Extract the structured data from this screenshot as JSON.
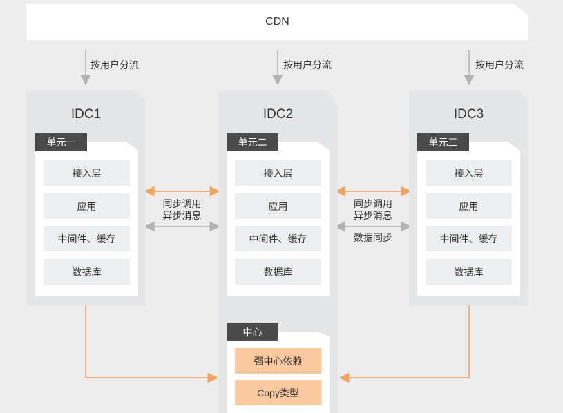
{
  "cdn": {
    "label": "CDN"
  },
  "split_label": "按用户分流",
  "idcs": [
    {
      "title": "IDC1",
      "unit": "单元一",
      "layers": [
        "接入层",
        "应用",
        "中间件、缓存",
        "数据库"
      ]
    },
    {
      "title": "IDC2",
      "unit": "单元二",
      "layers": [
        "接入层",
        "应用",
        "中间件、缓存",
        "数据库"
      ]
    },
    {
      "title": "IDC3",
      "unit": "单元三",
      "layers": [
        "接入层",
        "应用",
        "中间件、缓存",
        "数据库"
      ]
    }
  ],
  "links": {
    "left": {
      "line1": "同步调用",
      "line2": "异步消息"
    },
    "right": {
      "line1": "同步调用",
      "line2": "异步消息",
      "line3": "数据同步"
    }
  },
  "center": {
    "tag": "中心",
    "items": [
      "强中心依赖",
      "Copy类型"
    ]
  },
  "colors": {
    "orange": "#f7a25c",
    "gray_arrow": "#b3b3b3",
    "tag_bg": "#4a4a4a"
  }
}
